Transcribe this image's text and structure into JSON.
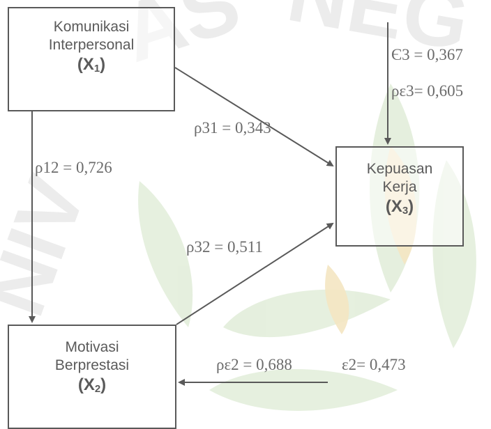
{
  "nodes": {
    "x1": {
      "line1": "Komunikasi",
      "line2": "Interpersonal",
      "symbol": "X",
      "subscript": "1"
    },
    "x2": {
      "line1": "Motivasi",
      "line2": "Berprestasi",
      "symbol": "X",
      "subscript": "2"
    },
    "x3": {
      "line1": "Kepuasan",
      "line2": "Kerja",
      "symbol": "X",
      "subscript": "3"
    }
  },
  "coefficients": {
    "rho12": "ρ12 = 0,726",
    "rho31": "ρ31 = 0,343",
    "rho32": "ρ32 = 0,511",
    "epsilon3": "Є3 = 0,367",
    "rho_epsilon3": "ρε3= 0,605",
    "rho_epsilon2": "ρε2 = 0,688",
    "epsilon2": "ε2= 0,473"
  },
  "colors": {
    "box_border": "#595959",
    "arrow": "#595959",
    "text": "#5a5a5a",
    "watermark_green": "#cfe3c4",
    "watermark_gold": "#f0dca8",
    "watermark_text": "#d9d9d9"
  }
}
